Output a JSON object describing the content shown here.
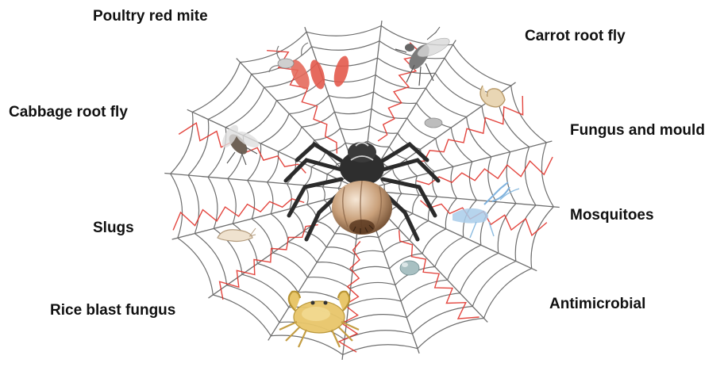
{
  "labels": [
    "Poultry red mite",
    "Carrot root fly",
    "Cabbage root fly",
    "Fungus and mould",
    "Slugs",
    "Mosquitoes",
    "Rice blast fungus",
    "Antimicrobial"
  ],
  "icons": {
    "mite": "mite-icon",
    "fly": "fly-icon",
    "larva": "larva-icon",
    "spore": "spore-icon",
    "mosquito": "mosquito-icon",
    "slug": "slug-icon",
    "bacteria": "bacteria-icon",
    "crab": "crab-icon",
    "spider": "spider-icon",
    "garlic": "garlic-icon"
  },
  "colors": {
    "web": "#6e6e6e",
    "molecule": "#e0322a",
    "label": "#111111",
    "garlic": "#c9a07a",
    "crab": "#e8c66a"
  }
}
